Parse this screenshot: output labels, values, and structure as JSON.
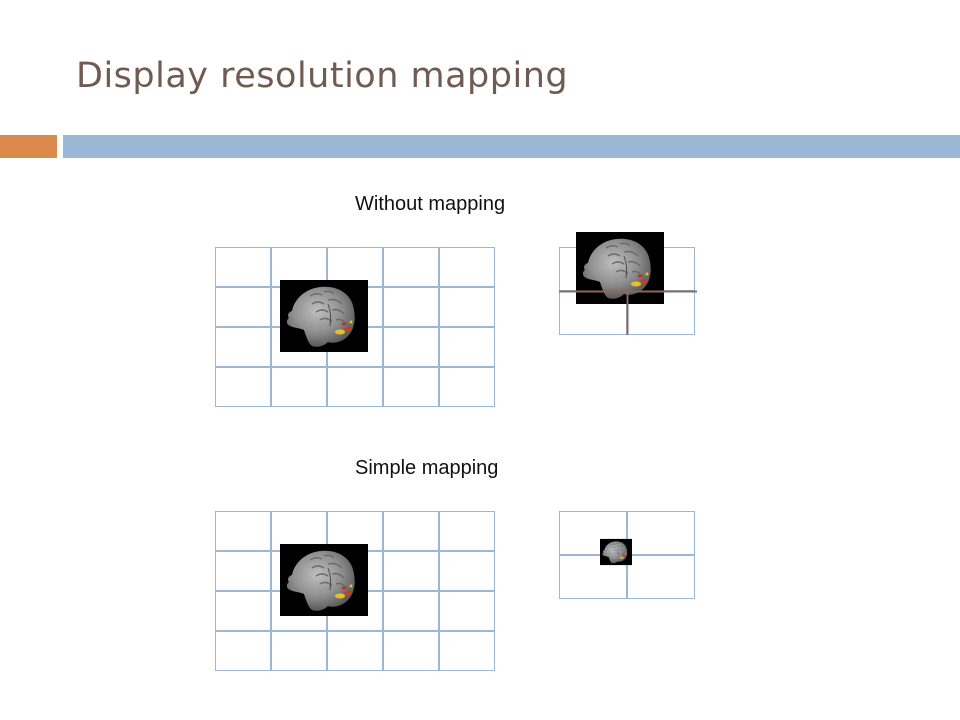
{
  "slide": {
    "title": "Display resolution mapping"
  },
  "sections": {
    "without_mapping": {
      "label": "Without mapping"
    },
    "simple_mapping": {
      "label": "Simple mapping"
    }
  },
  "colors": {
    "title": "#6f5b52",
    "accent_orange": "#dc8a4c",
    "accent_blue": "#9bb7d6",
    "grid_line": "#9bb7d6",
    "pixel_line": "#8a6a5c"
  },
  "icons": {
    "brain": "brain-scan-icon"
  }
}
